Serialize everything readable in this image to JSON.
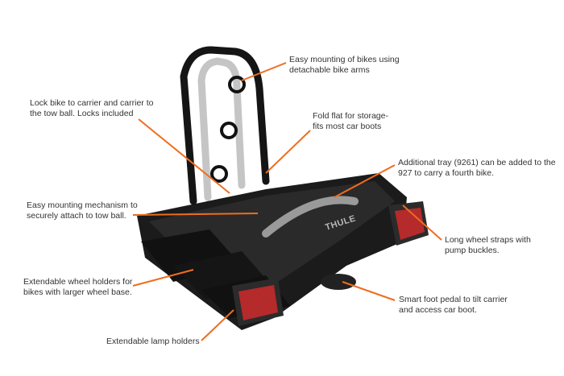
{
  "brand_mark": "THULE",
  "colors": {
    "leader": "#ee6d1f",
    "text": "#333333",
    "body": "#1b1b1b",
    "lamp": "#b52a2a"
  },
  "callouts": [
    {
      "id": "bike-arms",
      "lines": [
        "Easy mounting of bikes using",
        "detachable bike arms"
      ]
    },
    {
      "id": "lock",
      "lines": [
        "Lock bike to carrier and carrier to",
        "the tow ball. Locks included"
      ]
    },
    {
      "id": "fold-flat",
      "lines": [
        "Fold flat for storage-",
        "fits most car boots"
      ]
    },
    {
      "id": "extra-tray",
      "lines": [
        "Additional tray (9261) can be added to the",
        "927 to carry a fourth bike."
      ]
    },
    {
      "id": "mounting-mechanism",
      "lines": [
        "Easy mounting mechanism to",
        "securely attach to tow ball."
      ]
    },
    {
      "id": "wheel-straps",
      "lines": [
        "Long wheel straps with",
        "pump buckles."
      ]
    },
    {
      "id": "wheel-holders",
      "lines": [
        "Extendable wheel holders for",
        "bikes with larger wheel base."
      ]
    },
    {
      "id": "foot-pedal",
      "lines": [
        "Smart foot pedal to tilt carrier",
        "and access car boot."
      ]
    },
    {
      "id": "lamp-holders",
      "lines": [
        "Extendable lamp holders"
      ]
    }
  ]
}
